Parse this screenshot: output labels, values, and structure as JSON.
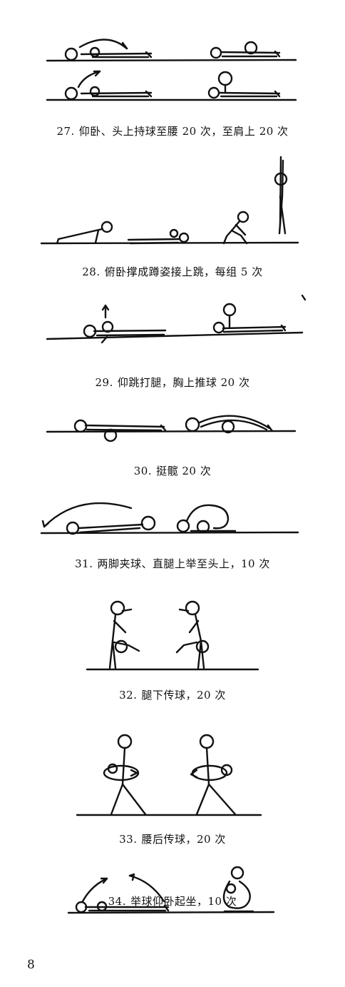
{
  "exercises": [
    {
      "number": "27.",
      "text": "仰卧、头上持球至腰 20 次，至肩上 20 次"
    },
    {
      "number": "28.",
      "text": "俯卧撑成蹲姿接上跳，每组 5 次"
    },
    {
      "number": "29.",
      "text": "仰跳打腿，胸上推球 20 次"
    },
    {
      "number": "30.",
      "text": "挺髋 20 次"
    },
    {
      "number": "31.",
      "text": "两脚夹球、直腿上举至头上，10 次"
    },
    {
      "number": "32.",
      "text": "腿下传球，20 次"
    },
    {
      "number": "33.",
      "text": "腰后传球，20 次"
    },
    {
      "number": "34.",
      "text": "举球仰卧起坐，10 次"
    }
  ],
  "page_number": "8"
}
